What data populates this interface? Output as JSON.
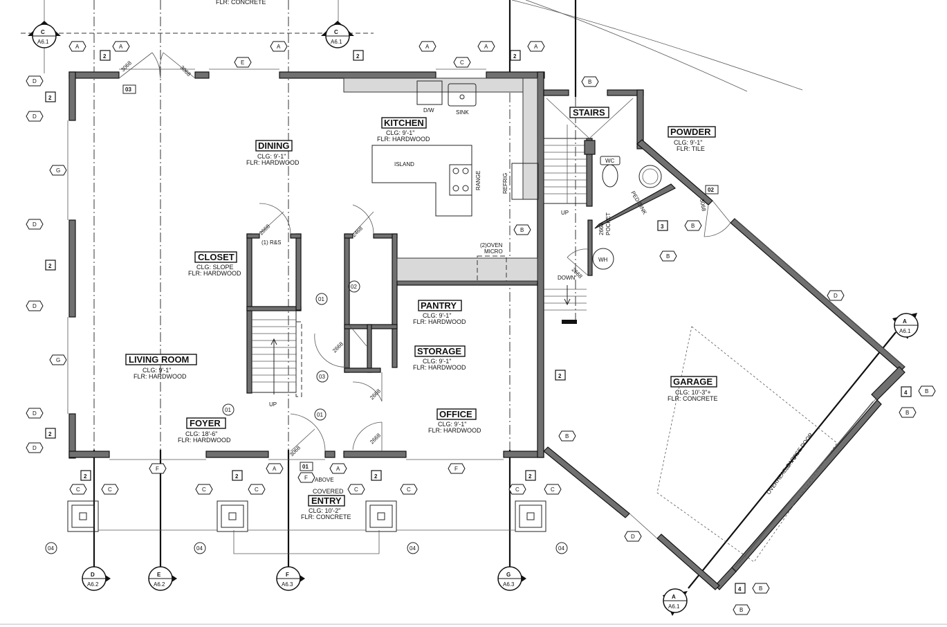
{
  "rooms": {
    "dining": {
      "name": "DINING",
      "clg": "CLG: 9'-1\"",
      "flr": "FLR: HARDWOOD"
    },
    "kitchen": {
      "name": "KITCHEN",
      "clg": "CLG: 9'-1\"",
      "flr": "FLR: HARDWOOD"
    },
    "stairs": {
      "name": "STAIRS"
    },
    "powder": {
      "name": "POWDER",
      "clg": "CLG: 9'-1\"",
      "flr": "FLR: TILE"
    },
    "closet": {
      "name": "CLOSET",
      "clg": "CLG: SLOPE",
      "flr": "FLR: HARDWOOD"
    },
    "pantry": {
      "name": "PANTRY",
      "clg": "CLG: 9'-1\"",
      "flr": "FLR: HARDWOOD"
    },
    "storage": {
      "name": "STORAGE",
      "clg": "CLG: 9'-1\"",
      "flr": "FLR: HARDWOOD"
    },
    "living": {
      "name": "LIVING ROOM",
      "clg": "CLG: 9'-1\"",
      "flr": "FLR: HARDWOOD"
    },
    "foyer": {
      "name": "FOYER",
      "clg": "CLG: 18'-6\"",
      "flr": "FLR: HARDWOOD"
    },
    "office": {
      "name": "OFFICE",
      "clg": "CLG: 9'-1\"",
      "flr": "FLR: HARDWOOD"
    },
    "garage": {
      "name": "GARAGE",
      "clg": "CLG: 10'-3\"+",
      "flr": "FLR: CONCRETE"
    },
    "entry": {
      "name": "ENTRY",
      "covered": "COVERED",
      "clg": "CLG: 10'-2\"",
      "flr": "FLR: CONCRETE"
    }
  },
  "top_partial": "FLR: CONCRETE",
  "fixtures": {
    "dw": "D/W",
    "sink": "SINK",
    "island": "ISLAND",
    "range": "RANGE",
    "refrig": "REFRIG",
    "wc": "WC",
    "ped_sink": "PED SINK",
    "wh": "WH",
    "oven": "(2)OVEN",
    "micro": "MICRO",
    "rs": "(1) R&S",
    "up": "UP",
    "down": "DOWN",
    "pocket": "POCKET",
    "above": "ABOVE",
    "garage_door": "OVERHEAD GARAGE DOOR",
    "garage_door_size": "18' x 8'h"
  },
  "door_sizes": {
    "d3068": "3068",
    "d2668": "2668",
    "d2468": "2468"
  },
  "door_tags": {
    "t01": "01",
    "t02": "02",
    "t03": "03",
    "t04": "04"
  },
  "window_tags": [
    "A",
    "B",
    "C",
    "D",
    "E",
    "F",
    "G"
  ],
  "wall_tags": [
    "2",
    "3",
    "4"
  ],
  "section_marks": {
    "c": {
      "letter": "C",
      "sheet": "A6.1"
    },
    "a": {
      "letter": "A",
      "sheet": "A6.1"
    },
    "d": {
      "letter": "D",
      "sheet": "A6.2"
    },
    "e": {
      "letter": "E",
      "sheet": "A6.2"
    },
    "f": {
      "letter": "F",
      "sheet": "A6.3"
    },
    "g": {
      "letter": "G",
      "sheet": "A6.3"
    }
  }
}
